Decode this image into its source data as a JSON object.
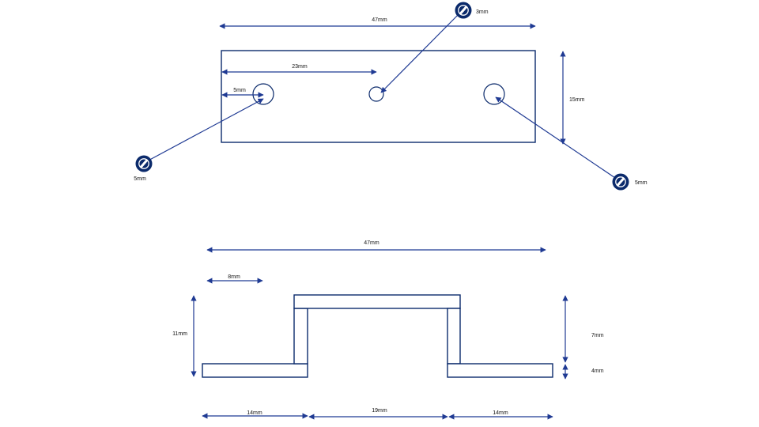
{
  "colors": {
    "outline": "#0b2a6b",
    "dimension": "#1f3a93",
    "screw": "#0b2a6b",
    "text": "#111111",
    "background": "#ffffff"
  },
  "top_view": {
    "width_label": "47mm",
    "height_label": "15mm",
    "center_hole_offset_label": "23mm",
    "left_hole_offset_label": "5mm",
    "screw_center_label": "3mm",
    "screw_left_label": "5mm",
    "screw_right_label": "5mm"
  },
  "side_view": {
    "overall_label": "47mm",
    "offset_label": "8mm",
    "height_label": "11mm",
    "upper_height_label": "7mm",
    "lower_height_label": "4mm",
    "left_flange_label": "14mm",
    "middle_label": "19mm",
    "right_flange_label": "14mm"
  }
}
